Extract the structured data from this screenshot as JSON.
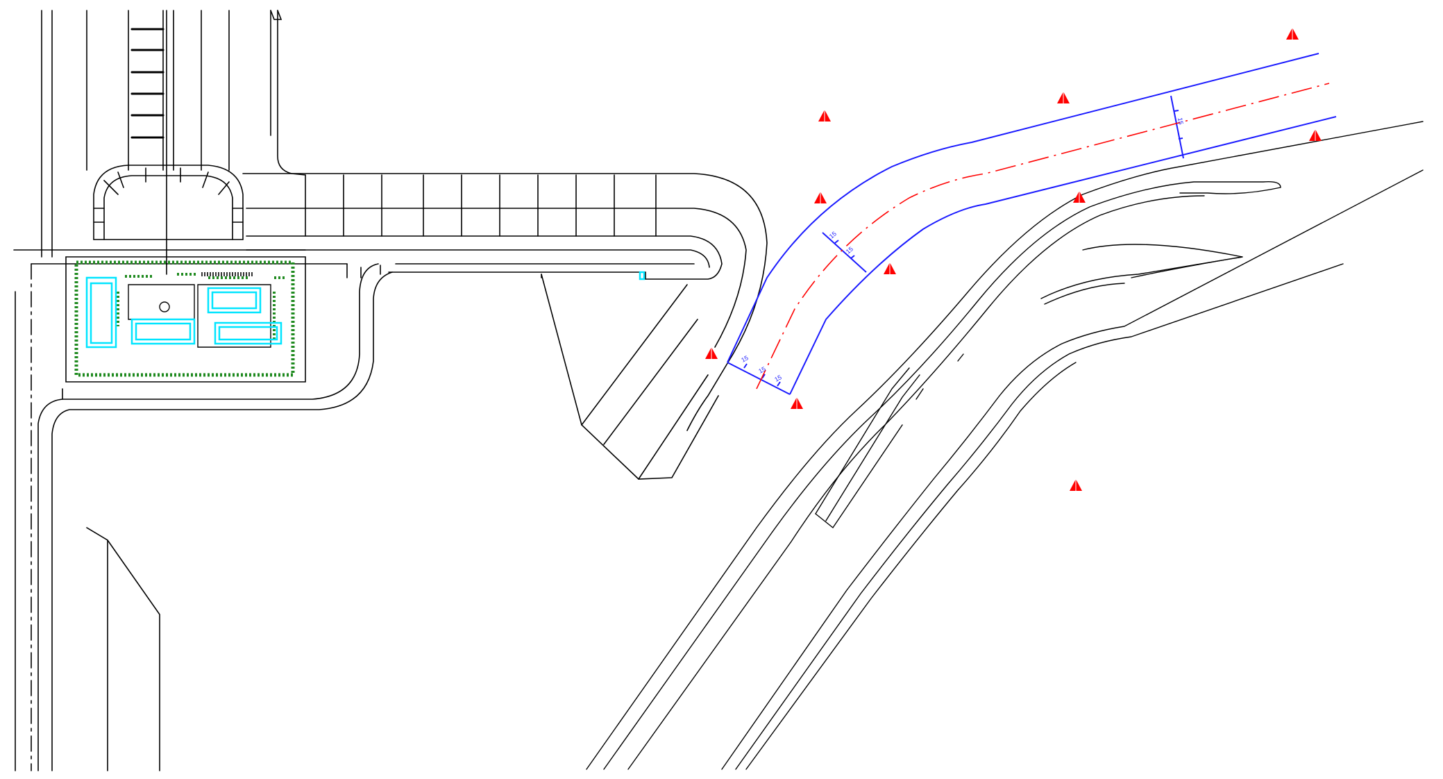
{
  "drawing": {
    "background": "#ffffff",
    "colors": {
      "linework": "#000000",
      "new_road_edge": "#1a1aff",
      "centerline": "#ff0000",
      "markers": "#ff0000",
      "buildings": "#00e5ff",
      "landscape": "#1f8a1f"
    },
    "marker_icon": "red-triangle-marker-icon",
    "marker_count": 10,
    "dimension_labels": [
      "15",
      "15",
      "15",
      "15",
      "15",
      "15"
    ]
  }
}
